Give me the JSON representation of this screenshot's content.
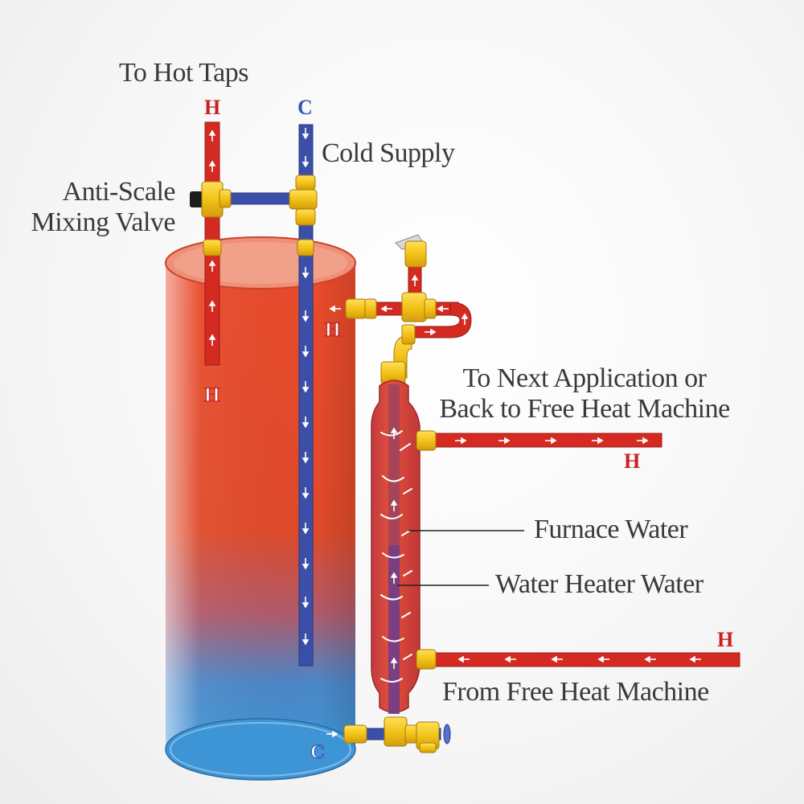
{
  "labels": {
    "to_hot_taps": "To Hot Taps",
    "cold_supply": "Cold Supply",
    "anti_scale_line1": "Anti-Scale",
    "anti_scale_line2": "Mixing Valve",
    "next_app_line1": "To Next Application or",
    "next_app_line2": "Back to Free Heat Machine",
    "furnace_water": "Furnace Water",
    "water_heater_water": "Water Heater Water",
    "from_free_heat": "From Free Heat Machine"
  },
  "markers": {
    "hot": "H",
    "cold": "C"
  },
  "colors": {
    "hot_pipe": "#d42a22",
    "cold_pipe": "#3b4fa8",
    "fitting": "#f2c318",
    "tank_top": "#e8452a",
    "tank_bottom": "#3a8fd0",
    "text": "#3a3a3a"
  }
}
